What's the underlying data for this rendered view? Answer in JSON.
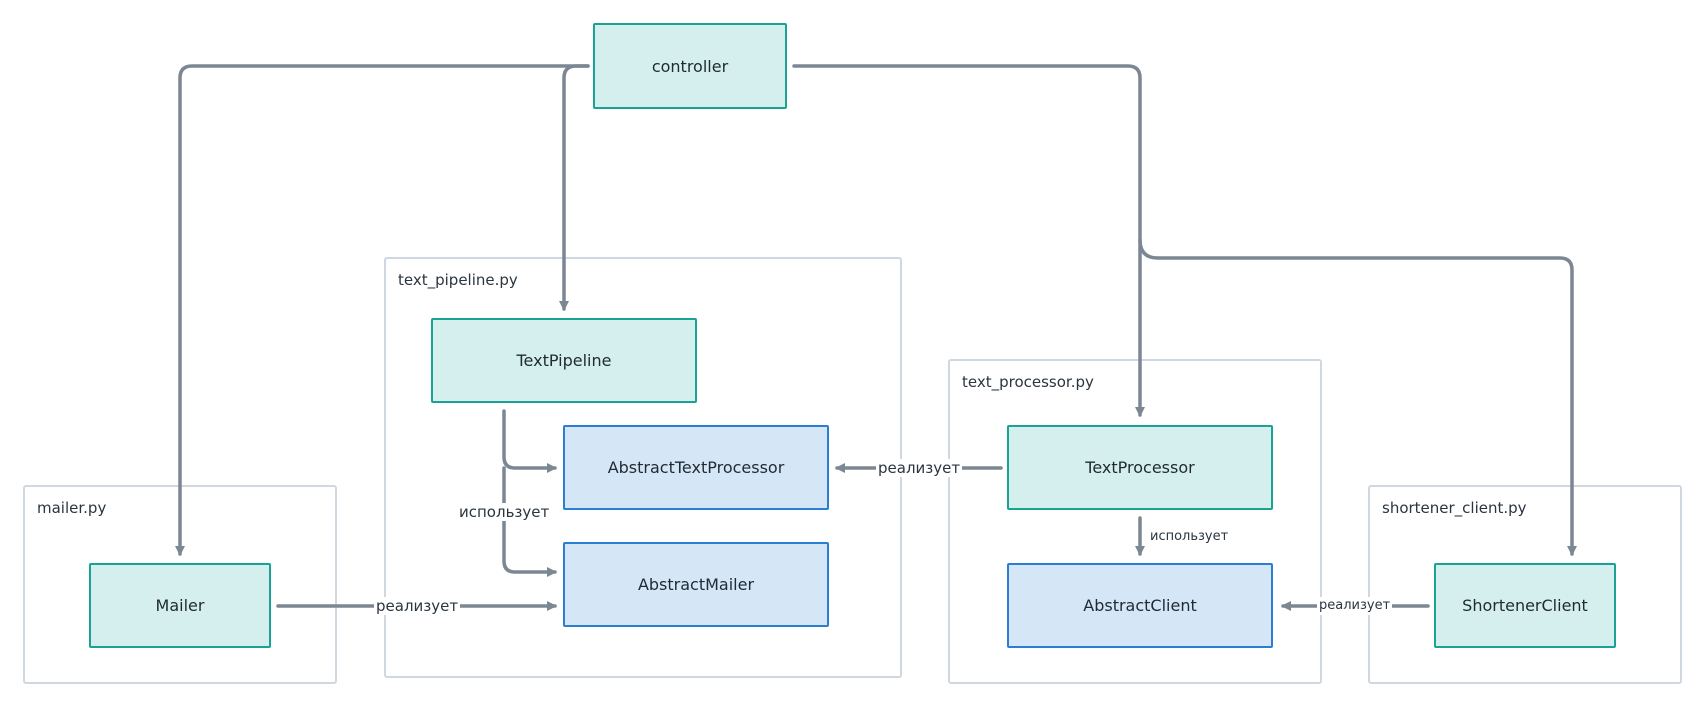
{
  "colors": {
    "concrete_fill": "#d4efee",
    "concrete_border": "#1aa394",
    "abstract_fill": "#d5e6f6",
    "abstract_border": "#2b7fd3",
    "group_border": "#cfd8e0",
    "edge": "#7b8793"
  },
  "groups": {
    "text_pipeline": "text_pipeline.py",
    "text_processor": "text_processor.py",
    "mailer": "mailer.py",
    "shortener_client": "shortener_client.py"
  },
  "nodes": {
    "controller": "controller",
    "text_pipeline": "TextPipeline",
    "abstract_text_processor": "AbstractTextProcessor",
    "abstract_mailer": "AbstractMailer",
    "text_processor": "TextProcessor",
    "abstract_client": "AbstractClient",
    "mailer": "Mailer",
    "shortener_client": "ShortenerClient"
  },
  "edge_labels": {
    "pipeline_uses": "использует",
    "processor_implements": "реализует",
    "processor_uses": "использует",
    "mailer_implements": "реализует",
    "client_implements": "реализует"
  }
}
